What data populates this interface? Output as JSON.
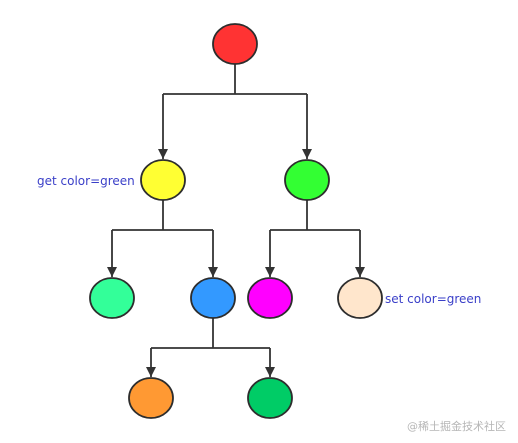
{
  "annotations": {
    "get_color": "get color=green",
    "set_color": "set color=green",
    "text_color": "#3a3fc8"
  },
  "watermark": "@稀土掘金技术社区",
  "style": {
    "edge_color": "#333333",
    "node_stroke": "#2d2d2d"
  },
  "nodes": [
    {
      "id": "root",
      "fill": "#ff3333"
    },
    {
      "id": "left-child",
      "fill": "#ffff33"
    },
    {
      "id": "right-child",
      "fill": "#33ff33"
    },
    {
      "id": "left-left-grandchild",
      "fill": "#33ff99"
    },
    {
      "id": "left-right-grandchild",
      "fill": "#3399ff"
    },
    {
      "id": "right-left-grandchild",
      "fill": "#ff00ff"
    },
    {
      "id": "right-right-grandchild",
      "fill": "#ffe6cc"
    },
    {
      "id": "great-grandchild-left",
      "fill": "#ff9933"
    },
    {
      "id": "great-grandchild-right",
      "fill": "#00cc66"
    }
  ],
  "edges": [
    {
      "from": "root",
      "to": "left-child"
    },
    {
      "from": "root",
      "to": "right-child"
    },
    {
      "from": "left-child",
      "to": "left-left-grandchild"
    },
    {
      "from": "left-child",
      "to": "left-right-grandchild"
    },
    {
      "from": "right-child",
      "to": "right-left-grandchild"
    },
    {
      "from": "right-child",
      "to": "right-right-grandchild"
    },
    {
      "from": "left-right-grandchild",
      "to": "great-grandchild-left"
    },
    {
      "from": "left-right-grandchild",
      "to": "great-grandchild-right"
    }
  ]
}
